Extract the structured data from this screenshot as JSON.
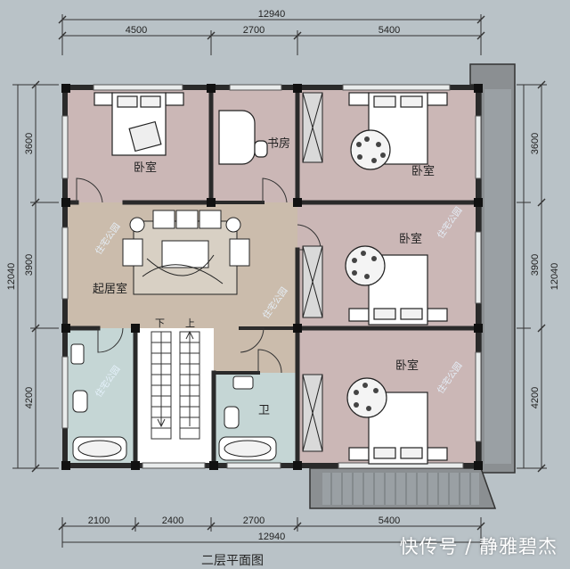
{
  "dimensions": {
    "top_total": "12940",
    "top_segments": [
      "4500",
      "2700",
      "5400"
    ],
    "bottom_segments": [
      "2100",
      "2400",
      "2700",
      "5400"
    ],
    "bottom_total": "12940",
    "left_segments": [
      "3600",
      "3900",
      "4200"
    ],
    "left_total": "12040",
    "right_segments": [
      "3600",
      "3900",
      "4200"
    ],
    "right_total": "12040"
  },
  "rooms": {
    "bedroom_top_left": "卧室",
    "study": "书房",
    "bedroom_top_right": "卧室",
    "bedroom_middle_right": "卧室",
    "bedroom_bottom_right": "卧室",
    "living_room": "起居室",
    "bathroom": "卫",
    "stair_down": "下",
    "stair_up": "上"
  },
  "watermark": "住宅公园",
  "credit": "快传号 / 静雅碧杰",
  "title": "二层平面图",
  "colors": {
    "background": "#b9c2c7",
    "bedroom_fill": "#cbb7b6",
    "living_fill": "#cbbcac",
    "bath_fill": "#c5d6d5",
    "wall": "#2a2a2a"
  }
}
